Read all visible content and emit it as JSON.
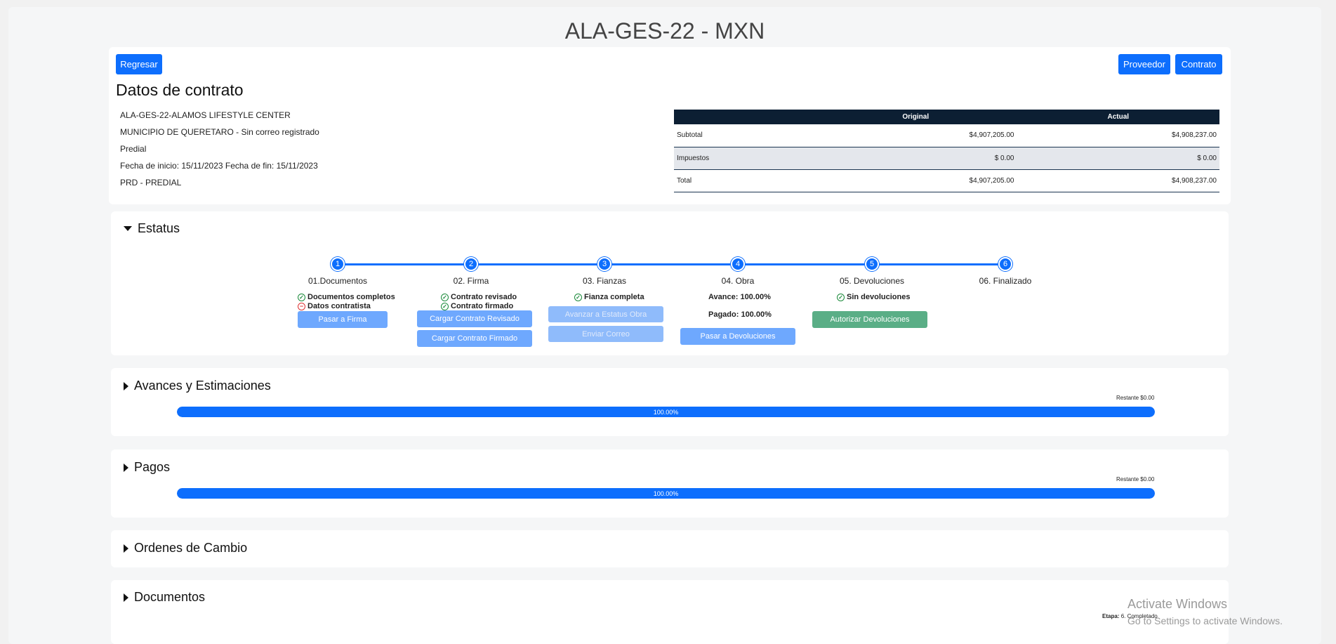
{
  "header": {
    "title": "ALA-GES-22 - MXN"
  },
  "buttons": {
    "back": "Regresar",
    "provider": "Proveedor",
    "contract": "Contrato"
  },
  "contract": {
    "heading": "Datos de contrato",
    "lines": [
      "ALA-GES-22-ALAMOS LIFESTYLE CENTER",
      "MUNICIPIO DE QUERETARO - Sin correo registrado",
      "Predial",
      "Fecha de inicio: 15/11/2023 Fecha de fin: 15/11/2023",
      "PRD - PREDIAL"
    ]
  },
  "money_table": {
    "headers": [
      "",
      "Original",
      "Actual"
    ],
    "rows": [
      [
        "Subtotal",
        "$4,907,205.00",
        "$4,908,237.00"
      ],
      [
        "Impuestos",
        "$ 0.00",
        "$ 0.00"
      ],
      [
        "Total",
        "$4,907,205.00",
        "$4,908,237.00"
      ]
    ]
  },
  "status": {
    "title": "Estatus",
    "steps": [
      {
        "n": "1",
        "label": "01.Documentos"
      },
      {
        "n": "2",
        "label": "02. Firma"
      },
      {
        "n": "3",
        "label": "03. Fianzas"
      },
      {
        "n": "4",
        "label": "04. Obra"
      },
      {
        "n": "5",
        "label": "05. Devoluciones"
      },
      {
        "n": "6",
        "label": "06. Finalizado"
      }
    ],
    "checks": {
      "docs_complete": "Documentos completos",
      "contractor_data": "Datos contratista",
      "contract_reviewed": "Contrato revisado",
      "contract_signed": "Contrato firmado",
      "bond_complete": "Fianza completa",
      "advance": "Avance: 100.00%",
      "paid": "Pagado: 100.00%",
      "no_returns": "Sin devoluciones"
    },
    "actions": {
      "to_sign": "Pasar a Firma",
      "upload_reviewed": "Cargar Contrato Revisado",
      "upload_signed": "Cargar Contrato Firmado",
      "advance_work": "Avanzar a Estatus Obra",
      "send_mail": "Enviar Correo",
      "to_returns": "Pasar a Devoluciones",
      "authorize_returns": "Autorizar Devoluciones"
    }
  },
  "advances": {
    "title": "Avances y Estimaciones",
    "remaining": "Restante $0.00",
    "progress": 1.0,
    "progress_label": "100.00%"
  },
  "payments": {
    "title": "Pagos",
    "remaining": "Restante $0.00",
    "progress": 1.0,
    "progress_label": "100.00%"
  },
  "change_orders": {
    "title": "Ordenes de Cambio"
  },
  "documents": {
    "title": "Documentos",
    "stage_label": "Etapa:",
    "stage_value": "6. Completado"
  },
  "watermark": {
    "line1": "Activate Windows",
    "line2": "Go to Settings to activate Windows."
  }
}
